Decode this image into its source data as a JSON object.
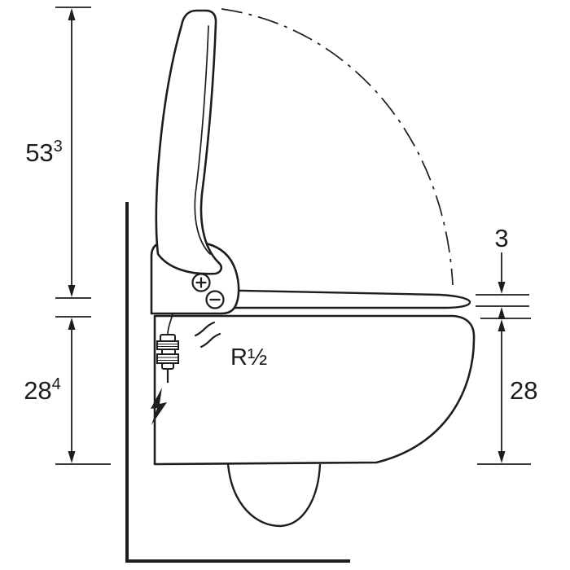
{
  "diagram": {
    "labels": {
      "left_top": {
        "value": "53",
        "sup": "3"
      },
      "left_bottom": {
        "value": "28",
        "sup": "4"
      },
      "right_top": {
        "value": "3"
      },
      "right_bottom": {
        "value": "28"
      },
      "connection": {
        "value": "R½"
      }
    },
    "icons": {
      "electrical_connection": "lightning-icon",
      "water_supply": "valve-icon",
      "water_flow": "flow-squiggle-icon",
      "lid_swing_path": "dash-dot-arc"
    },
    "colors": {
      "ink": "#1d1d1b",
      "background": "#ffffff"
    }
  }
}
